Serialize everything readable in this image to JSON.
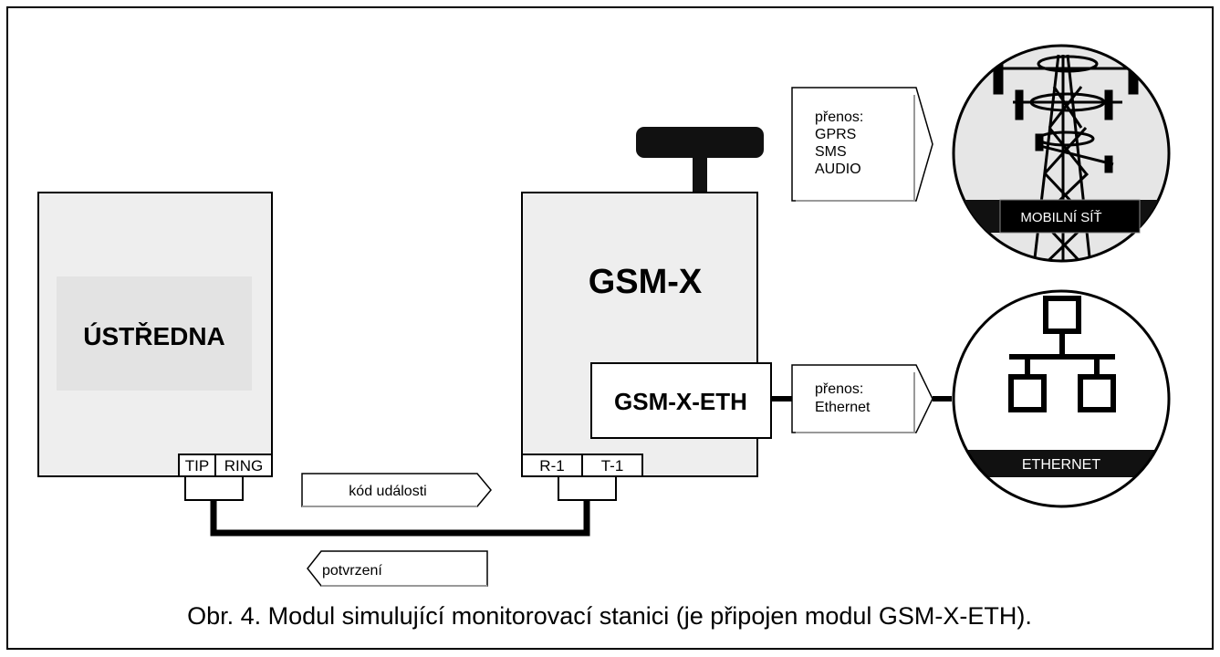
{
  "panel": {
    "title": "ÚSTŘEDNA",
    "terminal_tip": "TIP",
    "terminal_ring": "RING"
  },
  "module": {
    "title": "GSM-X",
    "terminal_r1": "R-1",
    "terminal_t1": "T-1",
    "eth_module": "GSM-X-ETH"
  },
  "messages": {
    "event_code": "kód události",
    "confirmation": "potvrzení"
  },
  "mobile_transfer": {
    "heading": "přenos:",
    "lines": [
      "GPRS",
      "SMS",
      "AUDIO"
    ]
  },
  "ethernet_transfer": {
    "heading": "přenos:",
    "line": "Ethernet"
  },
  "mobile_network": {
    "label": "MOBILNÍ SÍŤ"
  },
  "ethernet_network": {
    "label": "ETHERNET"
  },
  "caption": "Obr. 4. Modul simulující monitorovací stanici (je připojen modul GSM-X-ETH).",
  "colors": {
    "box_fill": "#eeeeee",
    "panel_inner": "#e3e3e3",
    "dark": "#111111",
    "line": "#000000"
  }
}
